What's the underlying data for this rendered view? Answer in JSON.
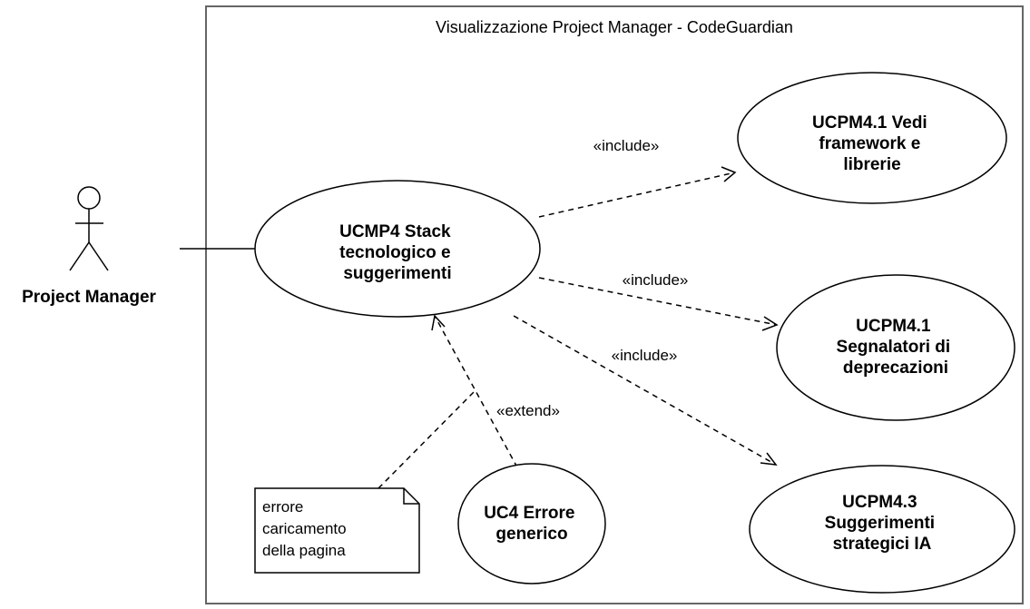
{
  "system": {
    "title": "Visualizzazione Project Manager - CodeGuardian"
  },
  "actor": {
    "name": "Project Manager"
  },
  "use_cases": {
    "main": {
      "lines": [
        "UCMP4 Stack",
        "tecnologico e",
        "suggerimenti"
      ]
    },
    "frameworks": {
      "lines": [
        "UCPM4.1 Vedi",
        "framework e",
        "librerie"
      ]
    },
    "deprecations": {
      "lines": [
        "UCPM4.1",
        "Segnalatori di",
        "deprecazioni"
      ]
    },
    "ai_suggestions": {
      "lines": [
        "UCPM4.3",
        "Suggerimenti",
        "strategici IA"
      ]
    },
    "error": {
      "lines": [
        "UC4 Errore",
        "generico"
      ]
    }
  },
  "relations": {
    "include_frameworks": "«include»",
    "include_deprecations": "«include»",
    "include_ai": "«include»",
    "extend_error": "«extend»"
  },
  "note": {
    "lines": [
      "errore",
      "caricamento",
      "della pagina"
    ]
  },
  "colors": {
    "stroke": "#000000",
    "boundary": "#666666",
    "background": "#ffffff"
  }
}
